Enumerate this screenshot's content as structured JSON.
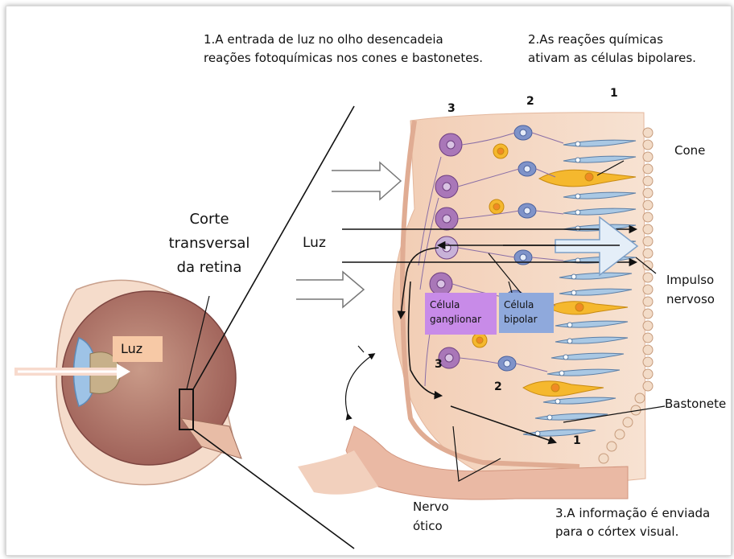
{
  "steps": {
    "step1": "1.A entrada de luz no olho desencadeia\nreações fotoquímicas nos cones e bastonetes.",
    "step2": "2.As reações químicas\nativam as células bipolares.",
    "step3": "3.A informação é enviada\npara o córtex visual."
  },
  "labels": {
    "corte": "Corte\ntransversal\nda retina",
    "luz_main": "Luz",
    "luz_eye": "Luz",
    "cone": "Cone",
    "impulso": "Impulso\nnervoso",
    "bastonete": "Bastonete",
    "nervo": "Nervo\nótico",
    "ganglionar": "Célula\nganglionar",
    "bipolar": "Célula\nbipolar"
  },
  "layer_numbers": {
    "top": [
      "3",
      "2",
      "1"
    ],
    "bottom": [
      "3",
      "2",
      "1"
    ]
  },
  "colors": {
    "ganglionar_box": "#c88be8",
    "bipolar_box": "#8fa9dc",
    "luz_box": "#f7c9a6",
    "tissue": "#f4d7c4",
    "rod": "#a9c8e4",
    "cone": "#f5b82e",
    "ganglion": "#a977b8",
    "bipolar": "#7f93c9"
  }
}
